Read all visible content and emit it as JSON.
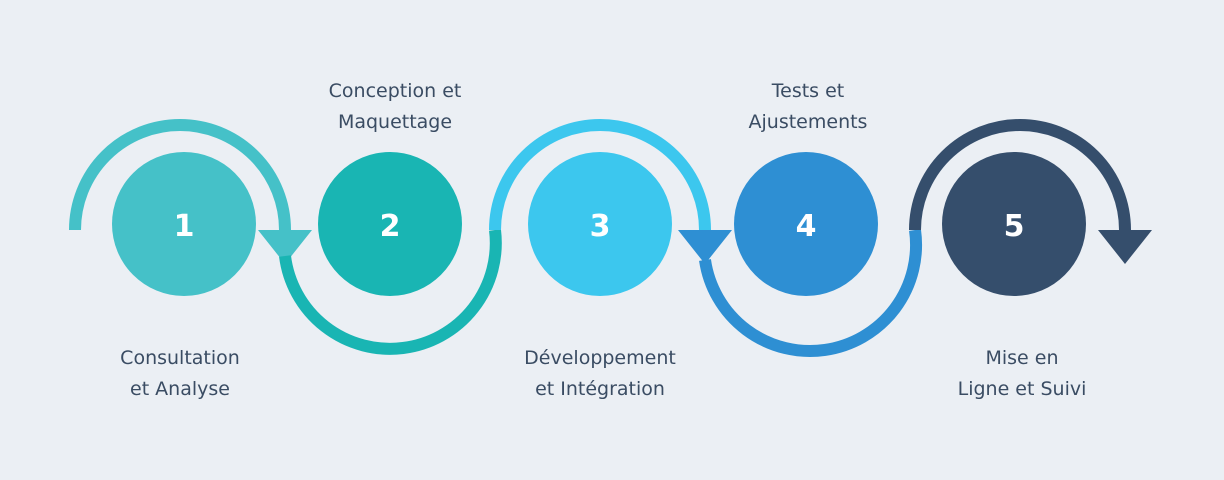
{
  "steps": [
    {
      "number": "1",
      "label_line1": "Consultation",
      "label_line2": "et Analyse"
    },
    {
      "number": "2",
      "label_line1": "Conception et",
      "label_line2": "Maquettage"
    },
    {
      "number": "3",
      "label_line1": "Développement",
      "label_line2": "et Intégration"
    },
    {
      "number": "4",
      "label_line1": "Tests et",
      "label_line2": "Ajustements"
    },
    {
      "number": "5",
      "label_line1": "Mise en",
      "label_line2": "Ligne et Suivi"
    }
  ],
  "colors": {
    "background": "#ebeff4",
    "step1": "#45c1c8",
    "step2": "#19b5b3",
    "step3": "#3cc7ee",
    "step4": "#2e8fd3",
    "step5": "#354e6c",
    "text": "#3a4c63"
  }
}
